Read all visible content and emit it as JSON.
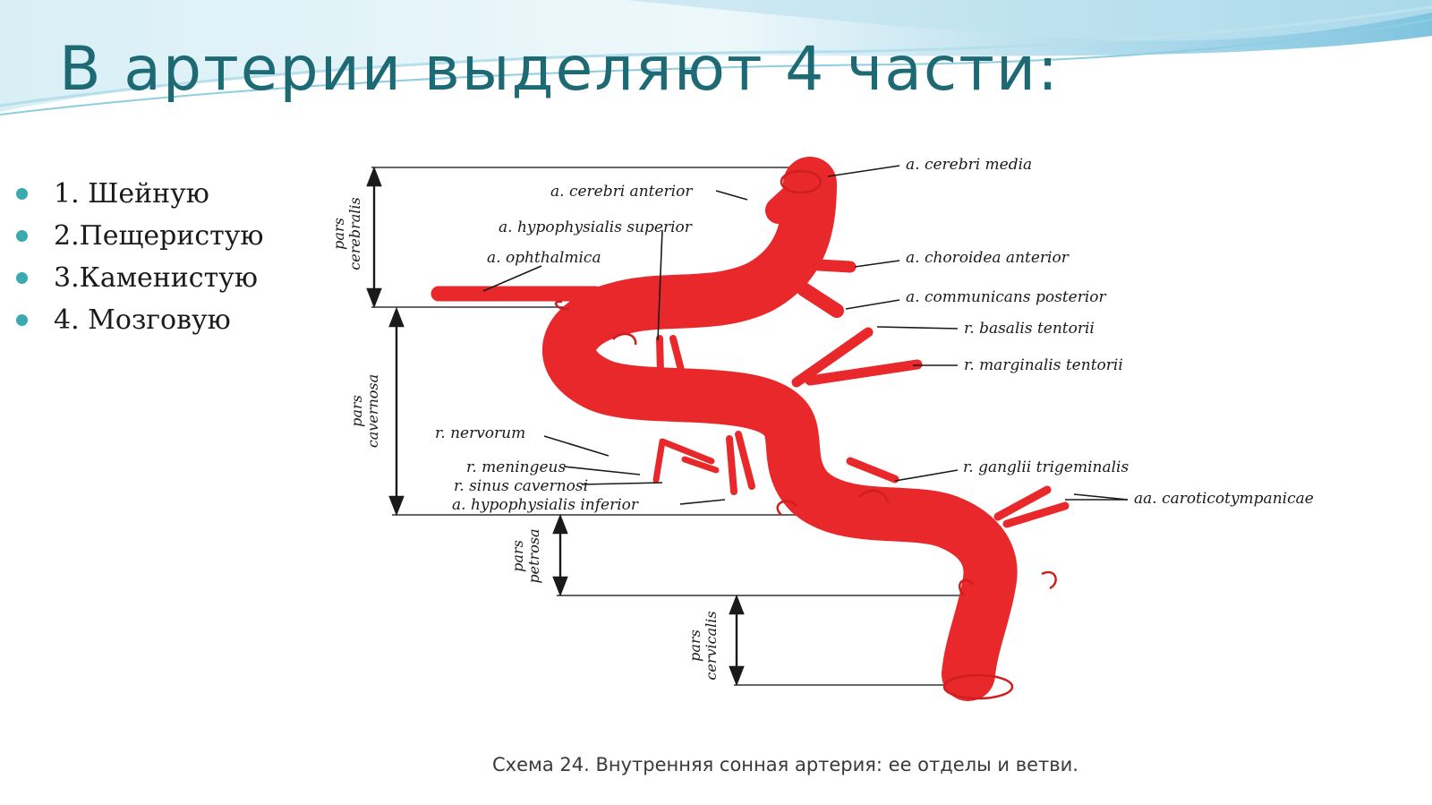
{
  "colors": {
    "title": "#1e6a74",
    "bullet": "#3aa9b1",
    "artery": "#e8282a",
    "wave": "#a9d9ea"
  },
  "title": "В артерии выделяют 4 части:",
  "bullets": [
    "1. Шейную",
    "2.Пещеристую",
    "3.Каменистую",
    "4. Мозговую"
  ],
  "diagram": {
    "parts": {
      "cerebralis": [
        "pars",
        "cerebralis"
      ],
      "cavernosa": [
        "pars",
        "cavernosa"
      ],
      "petrosa": [
        "pars",
        "petrosa"
      ],
      "cervicalis": [
        "pars",
        "cervicalis"
      ]
    },
    "labels": {
      "cerebri_media": "a. cerebri media",
      "cerebri_anterior": "a. cerebri anterior",
      "hypophysialis_superior": "a. hypophysialis superior",
      "ophthalmica": "a. ophthalmica",
      "choroidea_anterior": "a. choroidea anterior",
      "communicans_posterior": "a. communicans posterior",
      "basalis_tentorii": "r. basalis tentorii",
      "marginalis_tentorii": "r. marginalis tentorii",
      "nervorum": "r. nervorum",
      "meningeus": "r. meningeus",
      "sinus_cavernosi": "r. sinus cavernosi",
      "hypophysialis_inferior": "a. hypophysialis inferior",
      "ganglii_trigeminalis": "r. ganglii trigeminalis",
      "caroticotympanicae": "aa. caroticotympanicae"
    }
  },
  "caption": "Схема 24. Внутренняя сонная артерия: ее отделы и ветви."
}
